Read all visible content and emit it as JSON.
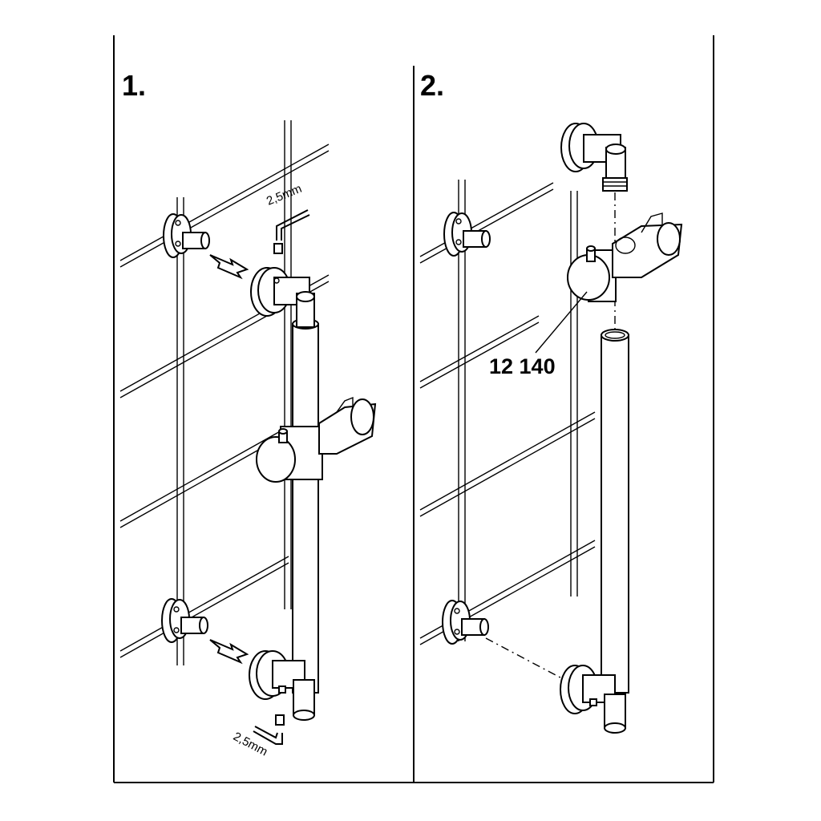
{
  "steps": [
    {
      "number": "1."
    },
    {
      "number": "2."
    }
  ],
  "tool_size_top": "2,5mm",
  "tool_size_bottom": "2,5mm",
  "part_number": "12 140",
  "colors": {
    "line": "#000000",
    "background": "#ffffff"
  }
}
